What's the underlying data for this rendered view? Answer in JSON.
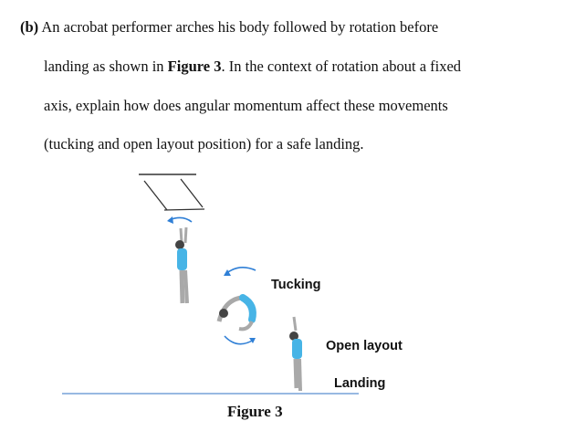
{
  "question": {
    "label": "(b)",
    "line1": "An acrobat performer arches his body followed by rotation before",
    "line2_a": "landing as shown in ",
    "figure_ref": "Figure 3",
    "line2_b": ". In the context of rotation about a fixed",
    "line3": "axis, explain how does angular momentum affect these movements",
    "line4": "(tucking and open layout position) for a safe landing."
  },
  "figure": {
    "labels": {
      "tucking": "Tucking",
      "open_layout": "Open layout",
      "landing": "Landing"
    },
    "caption": "Figure 3"
  },
  "colors": {
    "text": "#111111",
    "ground_line": "#5b8fd0",
    "arrow": "#2f7fd6",
    "swimsuit": "#47b4e6",
    "skin": "#a9a9a9"
  }
}
